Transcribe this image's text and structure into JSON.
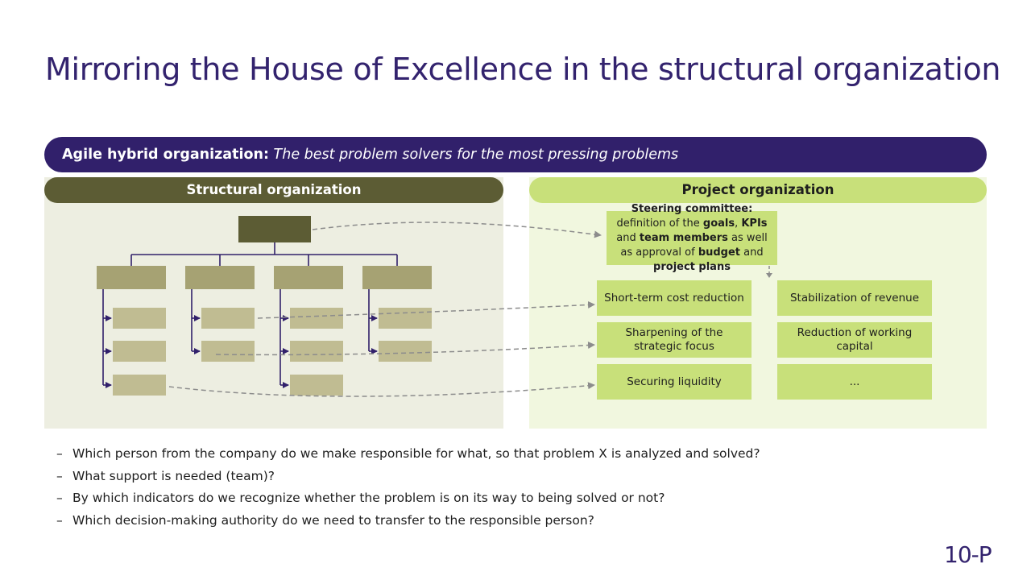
{
  "title": "Mirroring the House of Excellence in the structural organization",
  "banner": {
    "bold": "Agile hybrid organization:",
    "italic": "The best problem solvers for the most pressing problems"
  },
  "structural": {
    "heading": "Structural organization"
  },
  "project": {
    "heading": "Project organization",
    "steering": {
      "p1": "Steering committee:",
      "p2": " definition of the ",
      "p3": "goals",
      "p4": ", ",
      "p5": "KPIs",
      "p6": " and ",
      "p7": "team members",
      "p8": " as well as approval of ",
      "p9": "budget",
      "p10": " and ",
      "p11": "project plans"
    },
    "boxes": [
      "Short-term cost reduction",
      "Stabilization of revenue",
      "Sharpening of the strategic focus",
      "Reduction of working capital",
      "Securing liquidity",
      "..."
    ]
  },
  "questions": [
    "Which person from the company do we make responsible for what, so that problem X is analyzed and solved?",
    "What support is needed (team)?",
    "By which indicators do we recognize whether the problem is on its way to being solved or not?",
    "Which decision-making authority do we need to transfer to the responsible person?"
  ],
  "bullet_symbol": "–",
  "logo": "10-P",
  "colors": {
    "title": "#33236e",
    "banner": "#31206b",
    "structural_dark": "#5c5c34",
    "structural_mid": "#a6a273",
    "structural_light": "#c0bc92",
    "project_green": "#c8e07a",
    "connector": "#31206b",
    "dashed_arrow": "#8c8c8c"
  }
}
